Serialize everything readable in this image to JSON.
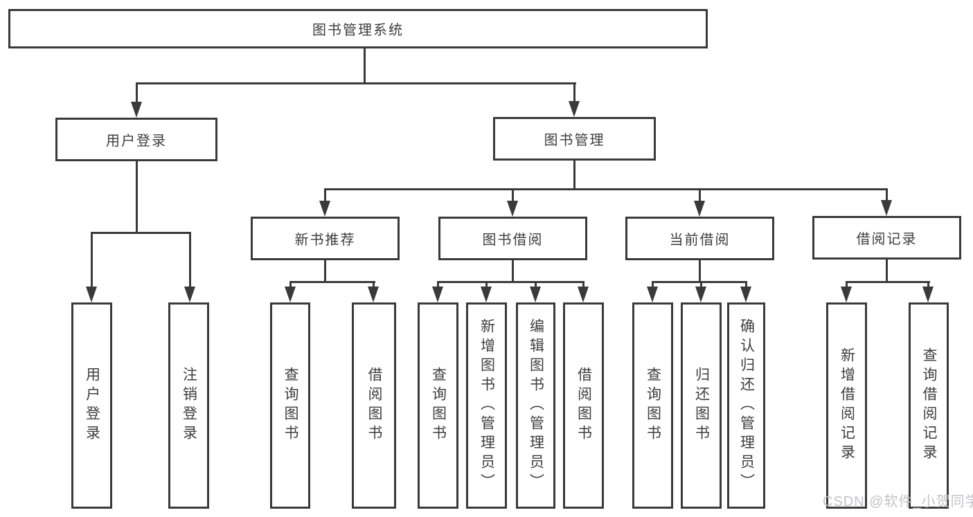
{
  "diagram_title": "图书管理系统",
  "nodes": {
    "root": {
      "label": "图书管理系统"
    },
    "user_login": {
      "label": "用户登录"
    },
    "book_mgmt": {
      "label": "图书管理"
    },
    "new_book_rec": {
      "label": "新书推荐"
    },
    "book_borrow": {
      "label": "图书借阅"
    },
    "current_borrow": {
      "label": "当前借阅"
    },
    "borrow_records": {
      "label": "借阅记录"
    },
    "user_login_leaf": {
      "label": "用户登录"
    },
    "logout_leaf": {
      "label": "注销登录"
    },
    "nbr_query_books": {
      "label": "查询图书"
    },
    "nbr_borrow_books": {
      "label": "借阅图书"
    },
    "bb_query_books": {
      "label": "查询图书"
    },
    "bb_add_books": {
      "label": "新增图书（管理员）"
    },
    "bb_edit_books": {
      "label": "编辑图书（管理员）"
    },
    "bb_borrow_books": {
      "label": "借阅图书"
    },
    "cb_query_books": {
      "label": "查询图书"
    },
    "cb_return_books": {
      "label": "归还图书"
    },
    "cb_confirm_return": {
      "label": "确认归还（管理员）"
    },
    "br_add_record": {
      "label": "新增借阅记录"
    },
    "br_query_record": {
      "label": "查询借阅记录"
    }
  },
  "hierarchy": {
    "图书管理系统": {
      "用户登录": [
        "用户登录",
        "注销登录"
      ],
      "图书管理": {
        "新书推荐": [
          "查询图书",
          "借阅图书"
        ],
        "图书借阅": [
          "查询图书",
          "新增图书（管理员）",
          "编辑图书（管理员）",
          "借阅图书"
        ],
        "当前借阅": [
          "查询图书",
          "归还图书",
          "确认归还（管理员）"
        ],
        "借阅记录": [
          "新增借阅记录",
          "查询借阅记录"
        ]
      }
    }
  },
  "colors": {
    "line": "#3a3a3a",
    "text": "#3d3d3d",
    "background": "#ffffff",
    "watermark": "#c3c3c6"
  },
  "watermark": {
    "text": "CSDN @软件_小贺同学"
  }
}
